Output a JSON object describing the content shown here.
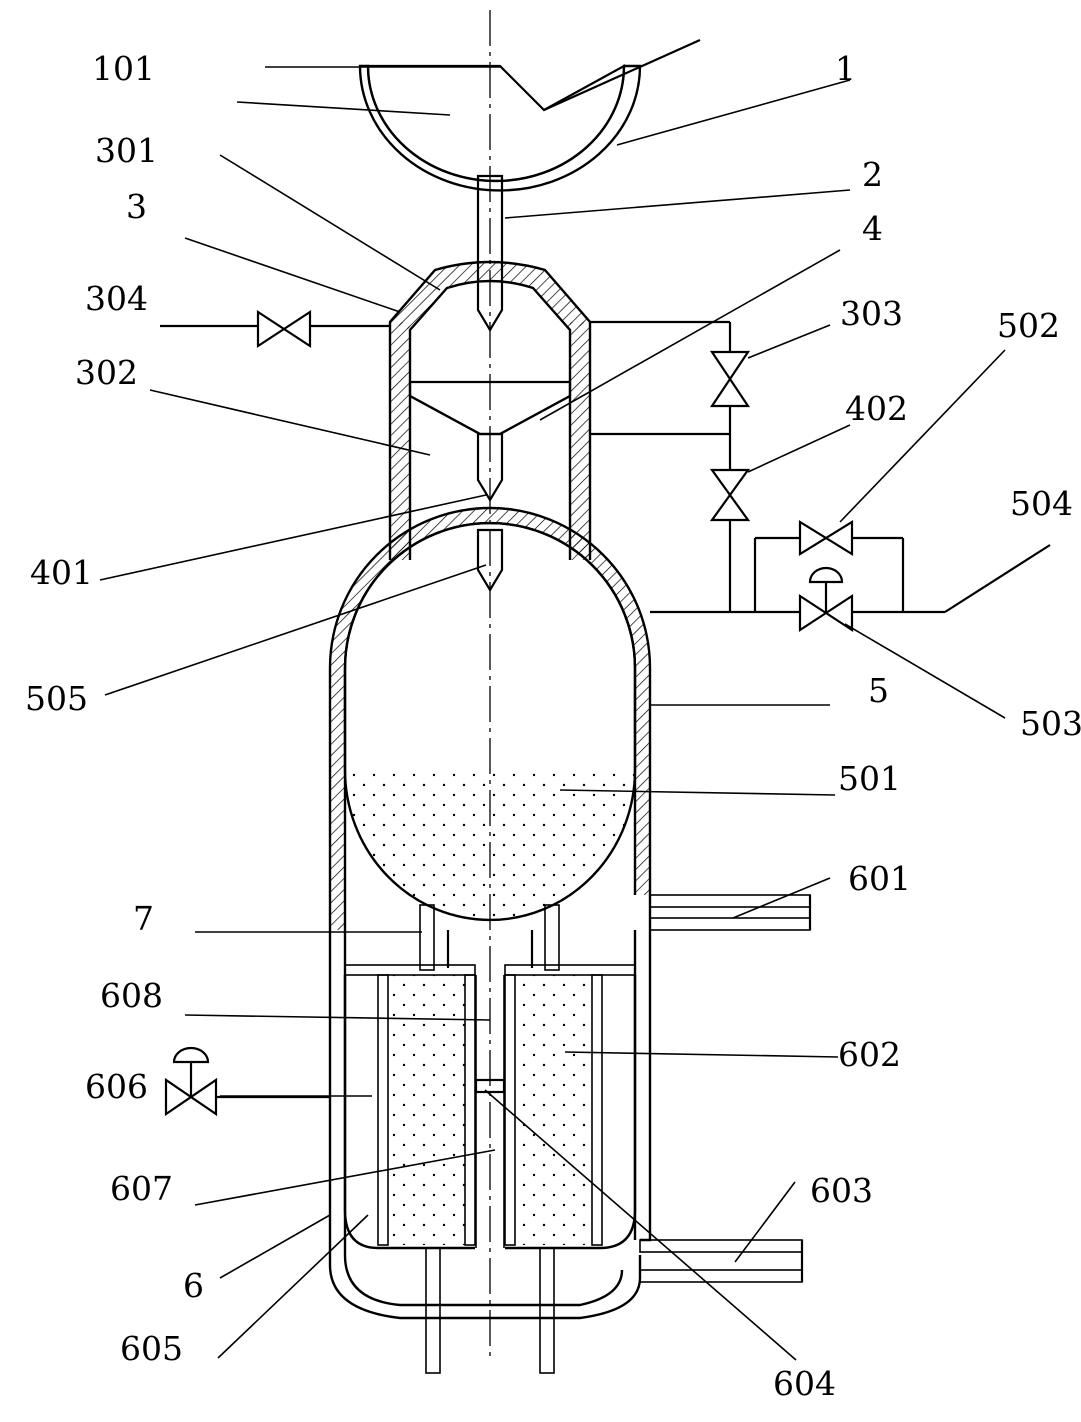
{
  "diagram": {
    "labels": {
      "l101": "101",
      "l1": "1",
      "l301": "301",
      "l2": "2",
      "l3": "3",
      "l4": "4",
      "l304": "304",
      "l303": "303",
      "l502": "502",
      "l302": "302",
      "l402": "402",
      "l504": "504",
      "l401": "401",
      "l505": "505",
      "l5": "5",
      "l503": "503",
      "l501": "501",
      "l601": "601",
      "l7": "7",
      "l608": "608",
      "l602": "602",
      "l606": "606",
      "l607": "607",
      "l603": "603",
      "l6": "6",
      "l605": "605",
      "l604": "604"
    }
  }
}
